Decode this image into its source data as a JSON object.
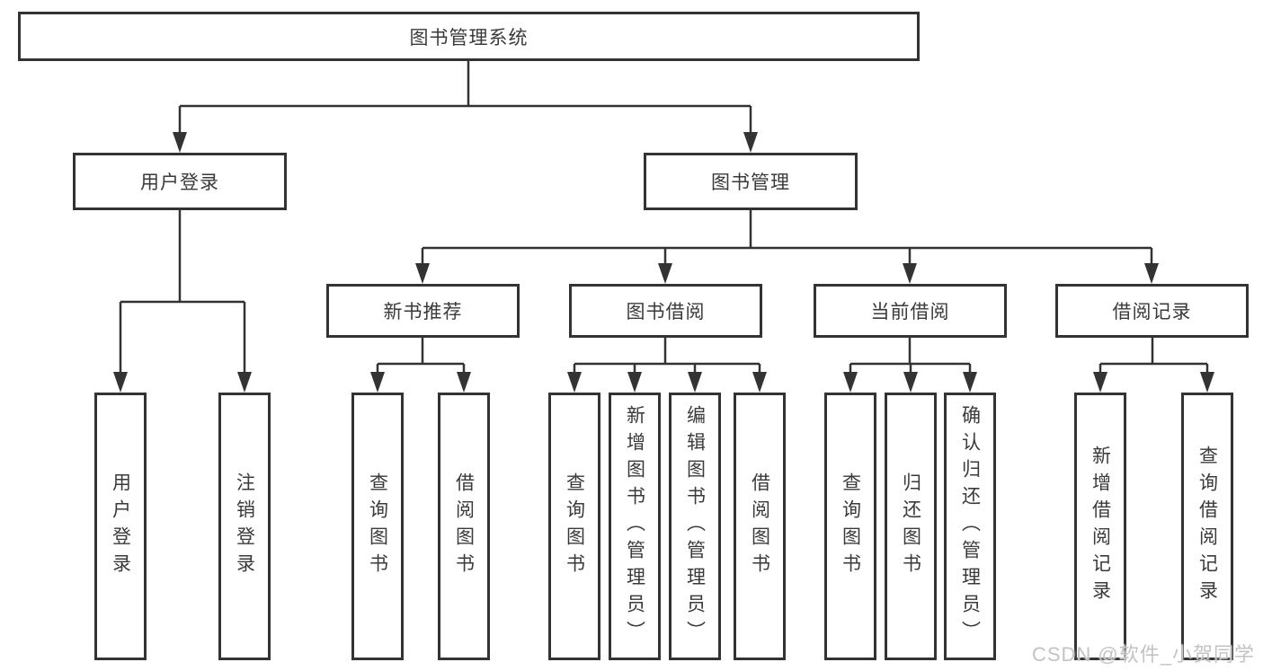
{
  "diagram": {
    "title": "图书管理系统",
    "level2": [
      {
        "label": "用户登录"
      },
      {
        "label": "图书管理"
      }
    ],
    "level3": [
      {
        "label": "新书推荐"
      },
      {
        "label": "图书借阅"
      },
      {
        "label": "当前借阅"
      },
      {
        "label": "借阅记录"
      }
    ],
    "leaves": {
      "user_login": [
        "用户登录",
        "注销登录"
      ],
      "new_book": [
        "查询图书",
        "借阅图书"
      ],
      "borrow": [
        "查询图书",
        "新增图书（管理员）",
        "编辑图书（管理员）",
        "借阅图书"
      ],
      "current": [
        "查询图书",
        "归还图书",
        "确认归还（管理员）"
      ],
      "records": [
        "新增借阅记录",
        "查询借阅记录"
      ]
    }
  },
  "watermark": "CSDN @软件_小贺同学",
  "colors": {
    "line": "#333333",
    "box_border": "#333333",
    "text": "#3a3a3a",
    "watermark": "#c3c3c3",
    "background": "#ffffff"
  }
}
